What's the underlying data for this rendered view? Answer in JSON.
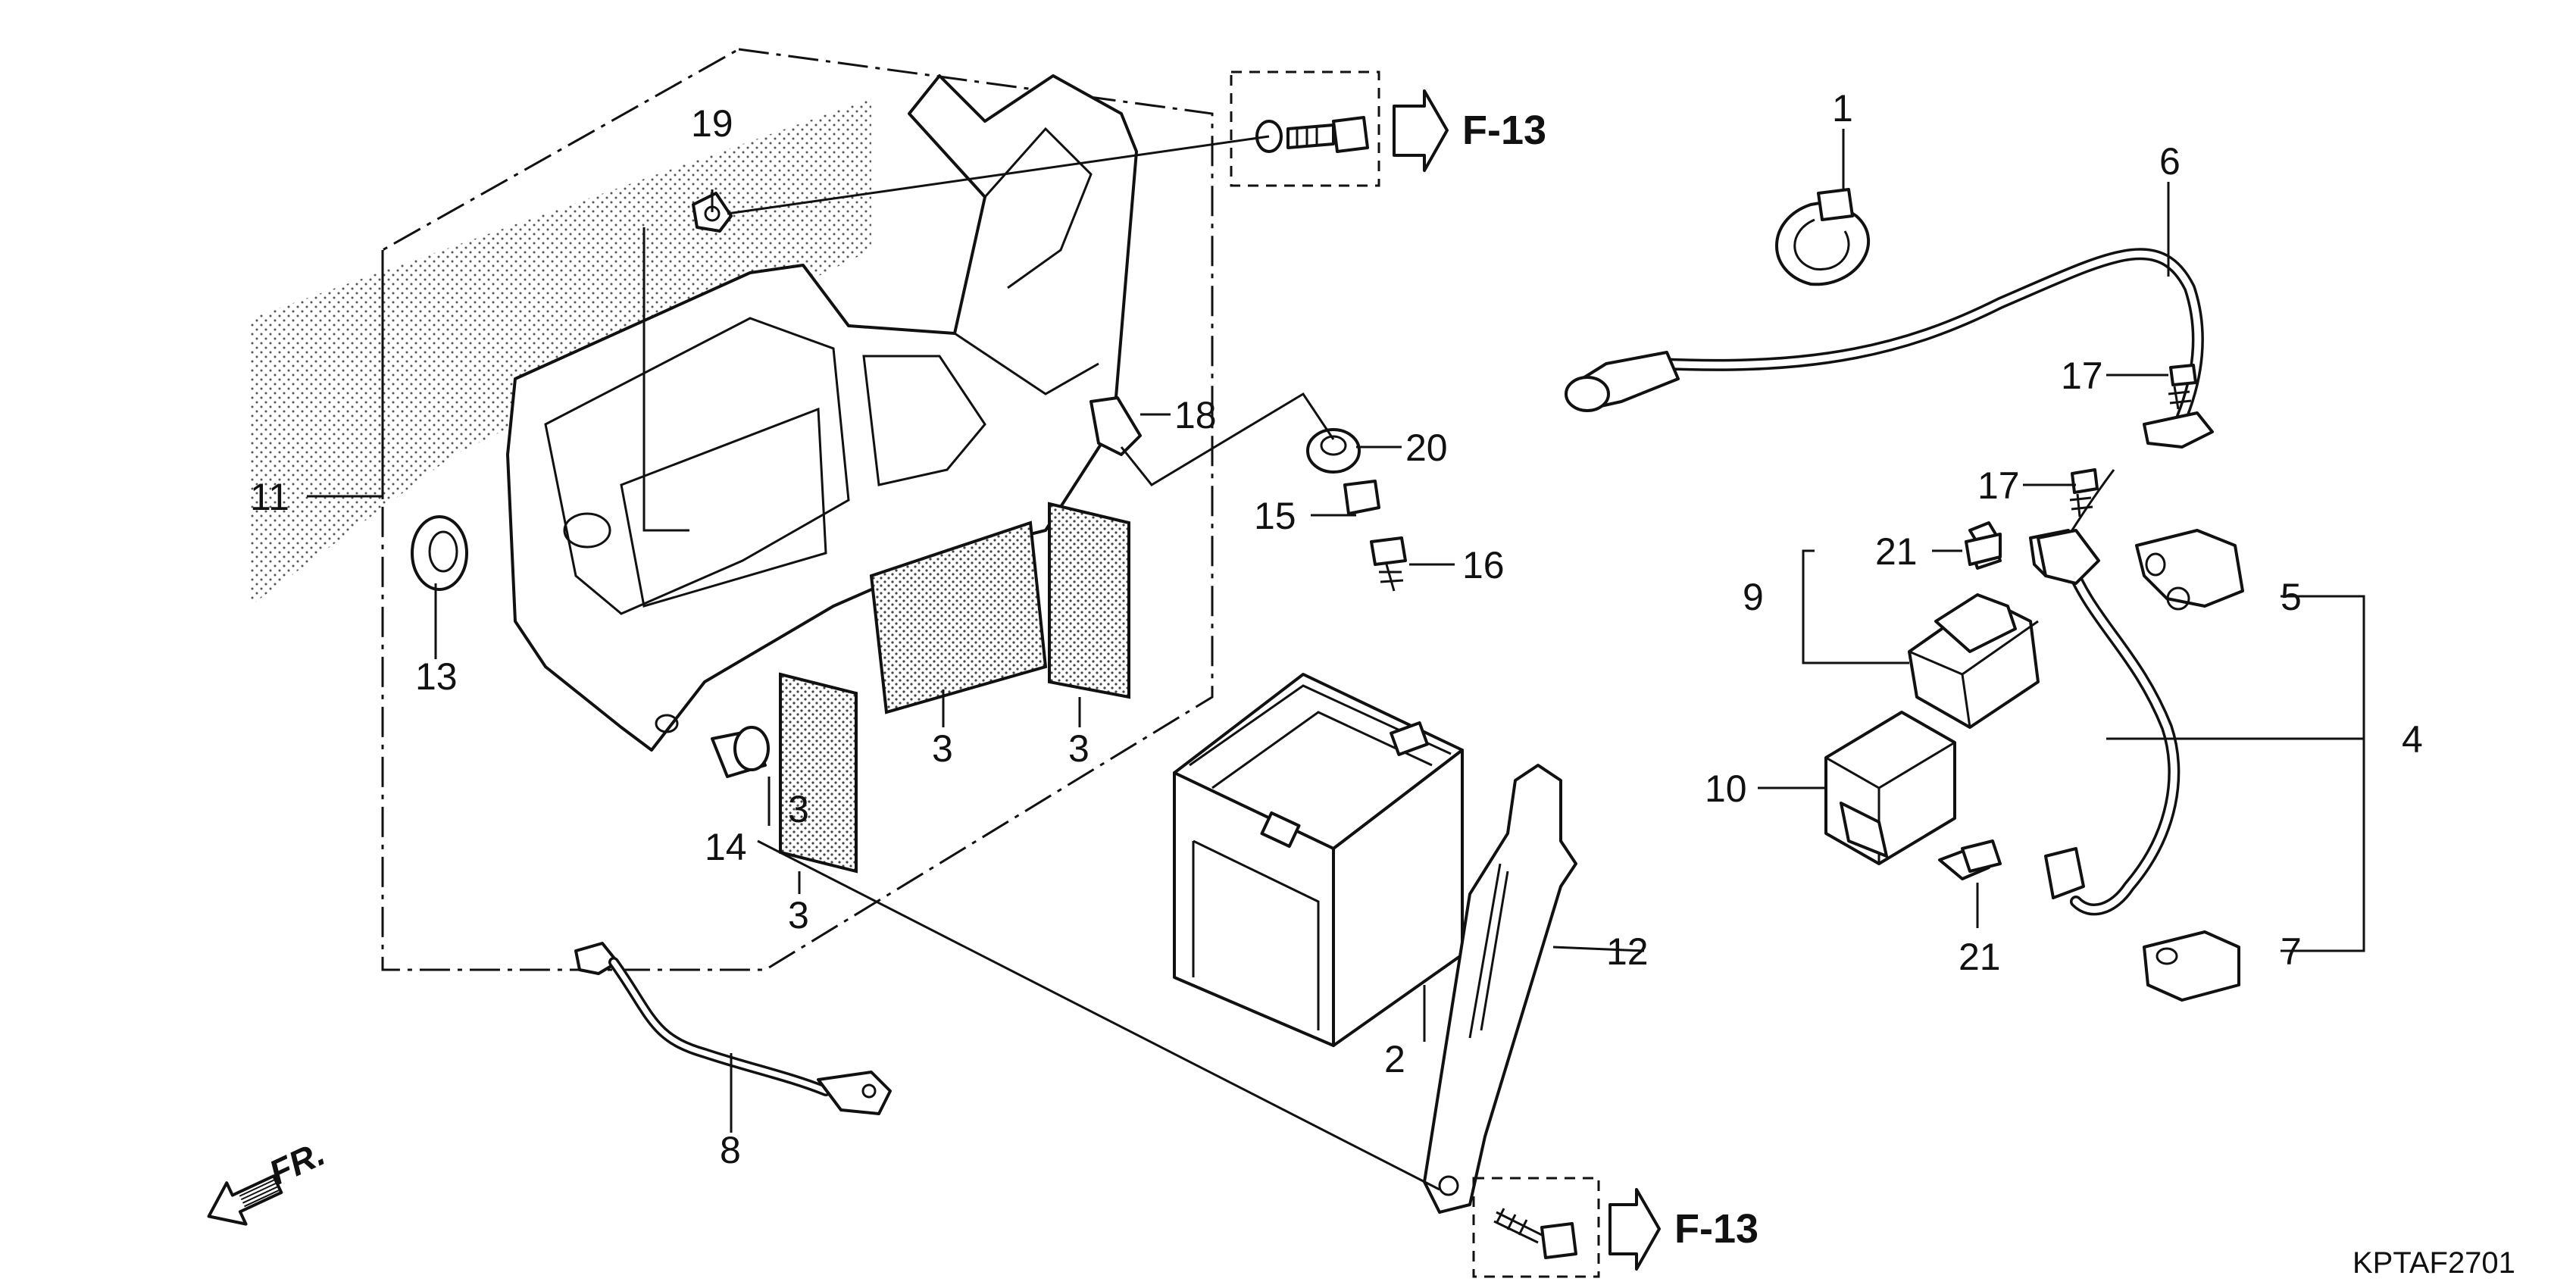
{
  "diagram": {
    "drawing_code": "KPTAF2701",
    "front_marker": "FR.",
    "reference_labels": [
      "F-13",
      "F-13"
    ],
    "callouts": [
      "1",
      "2",
      "3",
      "3",
      "3",
      "3",
      "4",
      "5",
      "6",
      "7",
      "8",
      "9",
      "10",
      "11",
      "12",
      "13",
      "14",
      "15",
      "16",
      "17",
      "17",
      "18",
      "19",
      "20",
      "21",
      "21"
    ]
  }
}
